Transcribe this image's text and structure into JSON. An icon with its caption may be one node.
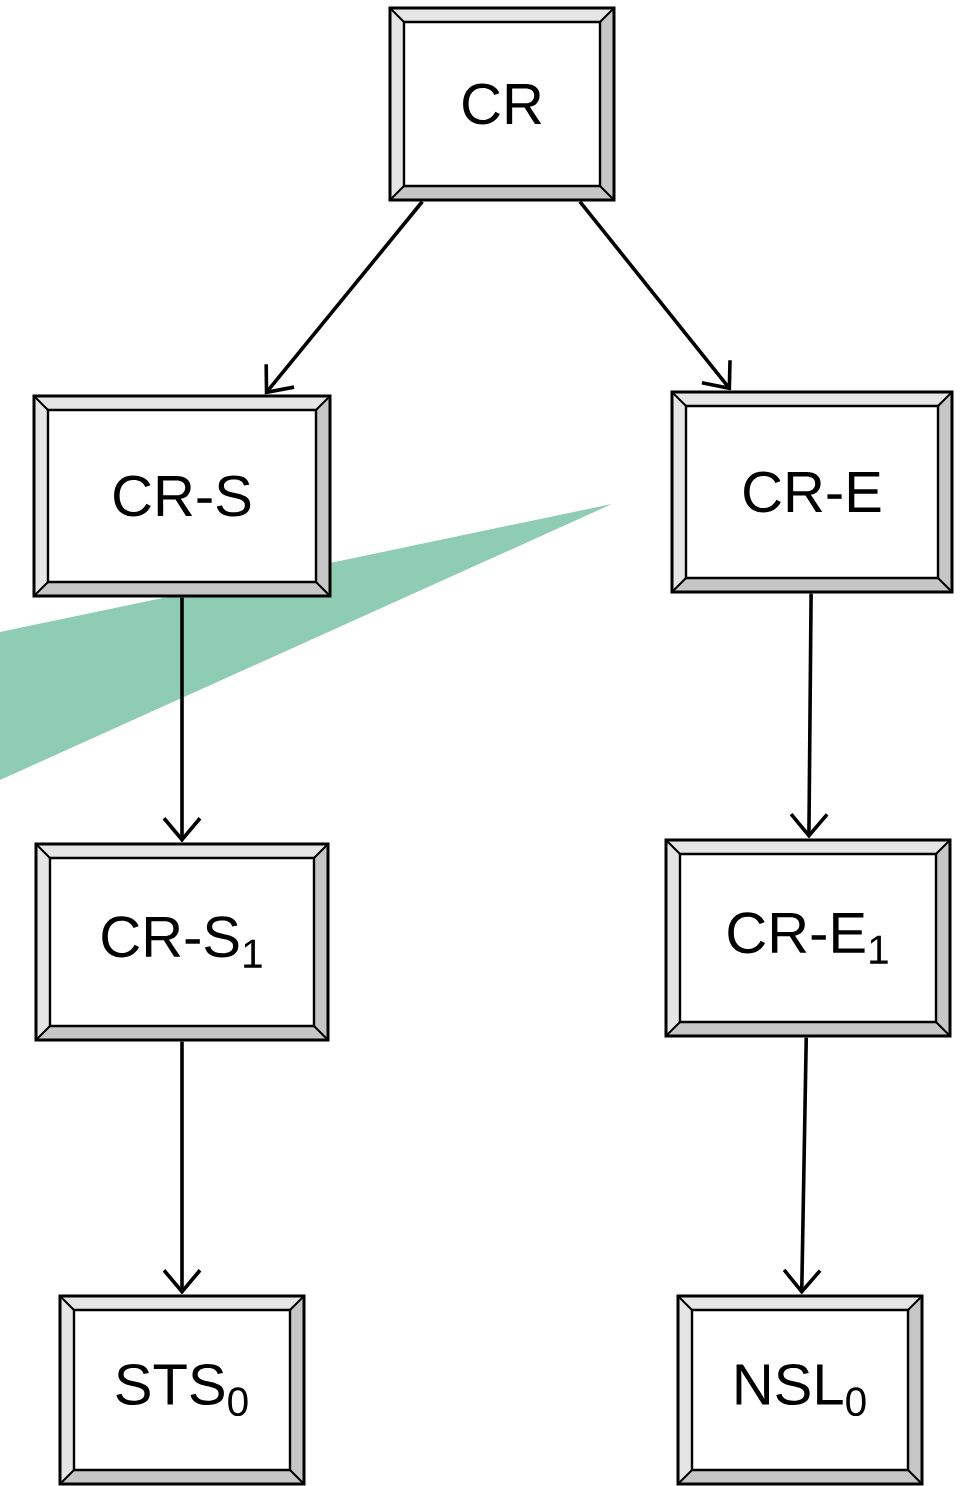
{
  "diagram": {
    "nodes": [
      {
        "text": [
          "CR"
        ]
      },
      {
        "text": [
          "CR-S"
        ]
      },
      {
        "text": [
          "CR-E"
        ]
      },
      {
        "text": [
          "CR-S$_{1}$"
        ]
      },
      {
        "text": [
          "CR-E$_{1}$"
        ]
      },
      {
        "text": [
          "STS$_{0}$"
        ]
      },
      {
        "text": [
          "NSL$_{0}$"
        ]
      }
    ],
    "edges": [
      {
        "from": 0,
        "to": 1,
        "arrow": "to"
      },
      {
        "from": 0,
        "to": 2,
        "arrow": "to"
      },
      {
        "from": 1,
        "to": 3,
        "arrow": "to"
      },
      {
        "from": 2,
        "to": 4,
        "arrow": "to"
      },
      {
        "from": 3,
        "to": 5,
        "arrow": "to"
      },
      {
        "from": 4,
        "to": 6,
        "arrow": "to"
      }
    ]
  }
}
